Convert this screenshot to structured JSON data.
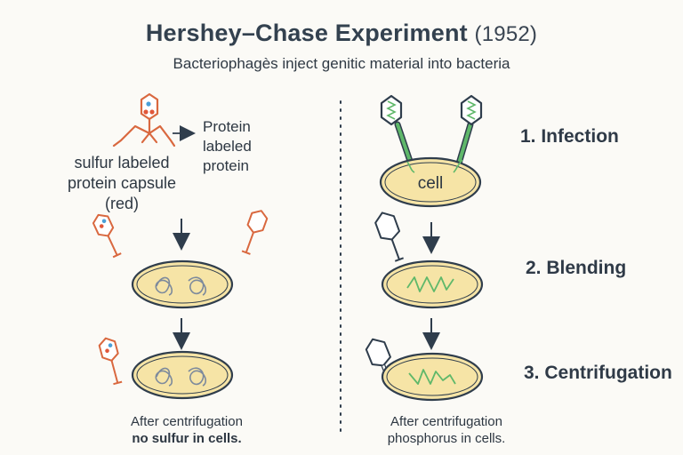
{
  "header": {
    "title": "Hershey–Chase Experiment",
    "year": "(1952)",
    "subtitle": "Bacteriophagès inject genitic material into bacteria"
  },
  "left": {
    "protein_label": [
      "Protein",
      "labeled",
      "protein"
    ],
    "capsule_label": [
      "sulfur labeled",
      "protein capsule",
      "(red)"
    ],
    "caption_line1": "After centrifugation",
    "caption_line2": "no sulfur in cells."
  },
  "right": {
    "cell_label": "cell",
    "caption_line1": "After centrifugation",
    "caption_line2": "phosphorus in cells."
  },
  "steps": {
    "step1": "1. Infection",
    "step2": "2. Blending",
    "step3": "3. Centrifugation"
  },
  "colors": {
    "phage_red": "#d9683f",
    "phage_dark": "#2f4a5a",
    "dna_green": "#5fb86a",
    "cell_fill": "#f6e4a6",
    "cell_stroke": "#2f3d4c",
    "dot_blue": "#4a9fd8"
  }
}
